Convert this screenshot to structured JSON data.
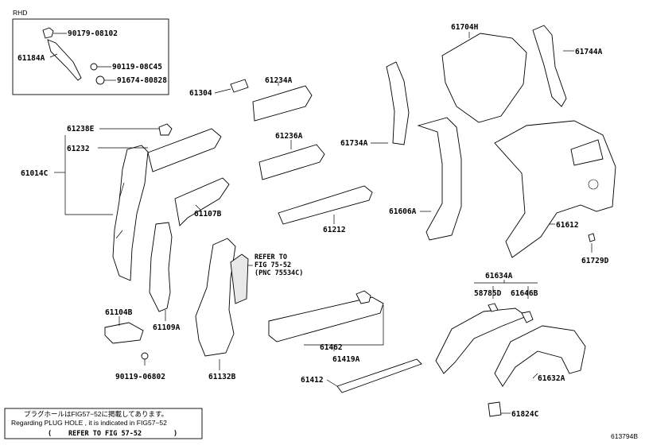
{
  "rhd_label": "RHD",
  "parts": {
    "p90179_08102": "90179-08102",
    "p61184A": "61184A",
    "p90119_08C45": "90119-08C45",
    "p91674_80828": "91674-80828",
    "p61238E": "61238E",
    "p61232": "61232",
    "p61014C": "61014C",
    "p61304": "61304",
    "p61234A": "61234A",
    "p61236A": "61236A",
    "p61107B": "61107B",
    "p61212": "61212",
    "p61104B": "61104B",
    "p61109A": "61109A",
    "p90119_06802": "90119-06802",
    "p61132B": "61132B",
    "p61704H": "61704H",
    "p61744A": "61744A",
    "p61734A": "61734A",
    "p61606A": "61606A",
    "p61612": "61612",
    "p61729D": "61729D",
    "p61634A": "61634A",
    "p58785D": "58785D",
    "p61646B": "61646B",
    "p61462": "61462",
    "p61419A": "61419A",
    "p61412": "61412",
    "p61632A": "61632A",
    "p61824C": "61824C"
  },
  "refer_note": {
    "line1": "REFER TO",
    "line2": "FIG 75-52",
    "line3": "(PNC 75534C)"
  },
  "footer_note": {
    "line1": "プラグホールはFIG57−52に掲載してあります。",
    "line2": "Regarding PLUG HOLE , it is indicated in FIG57−52",
    "line3_open": "(",
    "line3": "REFER TO FIG 57-52",
    "line3_close": ")"
  },
  "figure_id": "613794B"
}
